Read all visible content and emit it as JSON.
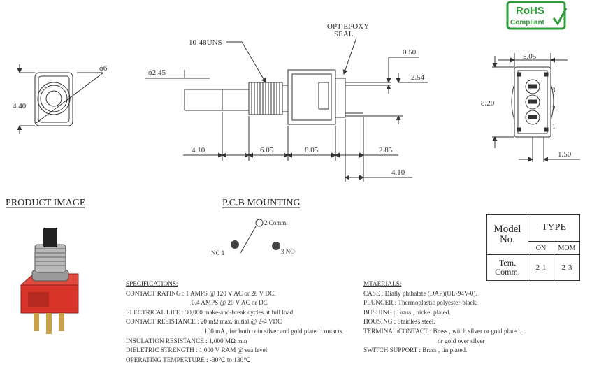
{
  "rohs": {
    "line1": "RoHS",
    "line2": "Compliant",
    "color": "#2e9a3a"
  },
  "front_view": {
    "dia": "ϕ6",
    "height": "4.40"
  },
  "side_view": {
    "thread": "10-48UNS",
    "seal_line1": "OPT-EPOXY",
    "seal_line2": "SEAL",
    "plunger_dia": "ϕ2.45",
    "dims": {
      "plunger_len": "4.10",
      "bushing_len": "6.05",
      "body_len": "8.05",
      "terminal_len": "2.85",
      "terminal_total": "4.10",
      "terminal_thick": "0.50",
      "terminal_gap": "2.54"
    }
  },
  "bottom_view": {
    "width": "5.05",
    "height": "8.20",
    "pitch": "1.50",
    "pins": [
      "3",
      "2",
      "1"
    ]
  },
  "headings": {
    "product": "PRODUCT IMAGE",
    "pcb": "P.C.B MOUNTING"
  },
  "pcb": {
    "comm": "2 Comm.",
    "nc": "NC 1",
    "no": "3 NO"
  },
  "specifications": {
    "title": "SPECIFICATIONS:",
    "lines": [
      "CONTACT RATING : 1 AMPS @ 120 V AC or 28 V DC.",
      "0.4 AMPS @ 20 V AC or DC",
      "ELECTRICAL LIFE : 30,000 make-and-break cycles at full load.",
      "CONTACT RESISTANCE : 20 mΩ max. initial @ 2-4 VDC",
      "100 mA , for both coin silver and gold plated contacts.",
      "INSULATION RESISTANCE : 1,000 MΩ min",
      "DIELETRIC STRENGTH : 1,000 V RAM @ sea level.",
      "OPERATING TEMPERTURE : -30℃ to 130℃"
    ]
  },
  "materials": {
    "title": "MTAERIALS:",
    "lines": [
      "CASE : Dially phthalate (DAP)(UL-94V-0).",
      "PLUNGER : Thermoplastic polyester-black.",
      "BUSHING : Brass , nickel plated.",
      "HOUSING : Stainless steel.",
      "TERMINAL/CONTACT : Brass , witch silver or gold plated.",
      "or gold over silver",
      "SWITCH SUPPORT : Brass , tin plated."
    ]
  },
  "model_table": {
    "model_label": "Model No.",
    "type_label": "TYPE",
    "on_label": "ON",
    "mom_label": "MOM",
    "row_label": "Tem. Comm.",
    "on_value": "2-1",
    "mom_value": "2-3"
  },
  "colors": {
    "housing_red": "#d9342a",
    "terminal_gold": "#c8a24a",
    "pad_dark": "#444444"
  }
}
